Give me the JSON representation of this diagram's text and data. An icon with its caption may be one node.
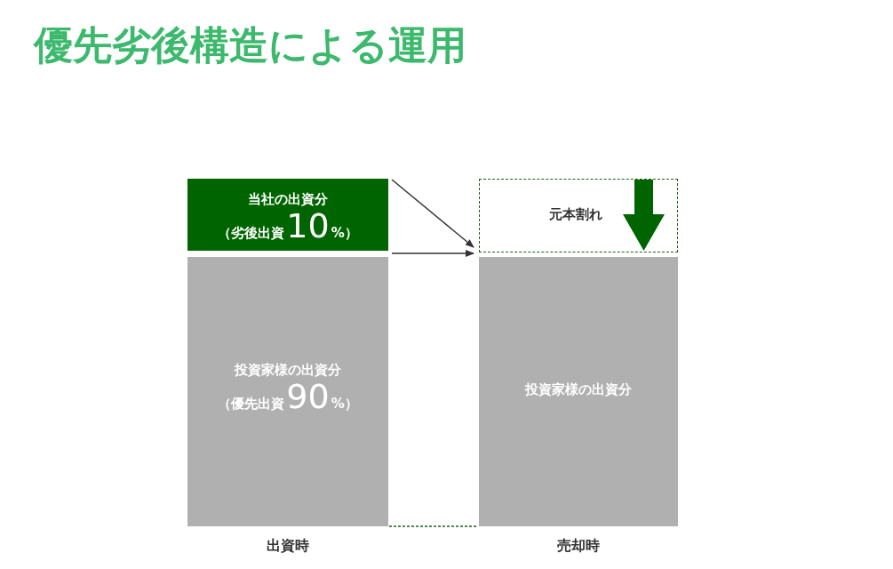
{
  "diagram": {
    "title": "優先劣後構造による運用",
    "nodes": [
      {
        "text": [
          "当社の出資分",
          "（劣後出資10%）"
        ]
      },
      {
        "text": [
          "投資家様の出資分",
          "（優先出資90%）"
        ],
        "beside": [
          "出資時"
        ]
      },
      {
        "text": [
          "元本割れ"
        ]
      },
      {
        "text": [
          "投資家様の出資分"
        ],
        "beside": [
          "売却時"
        ]
      }
    ],
    "edges": [
      {
        "from": 0,
        "to": 2,
        "arrow": "to"
      },
      {
        "from": 0,
        "to": 3,
        "arrow": "to"
      },
      {
        "from": 1,
        "to": 3,
        "arrow": "none",
        "style": "dashed",
        "color": "#1f5e1f"
      }
    ]
  }
}
